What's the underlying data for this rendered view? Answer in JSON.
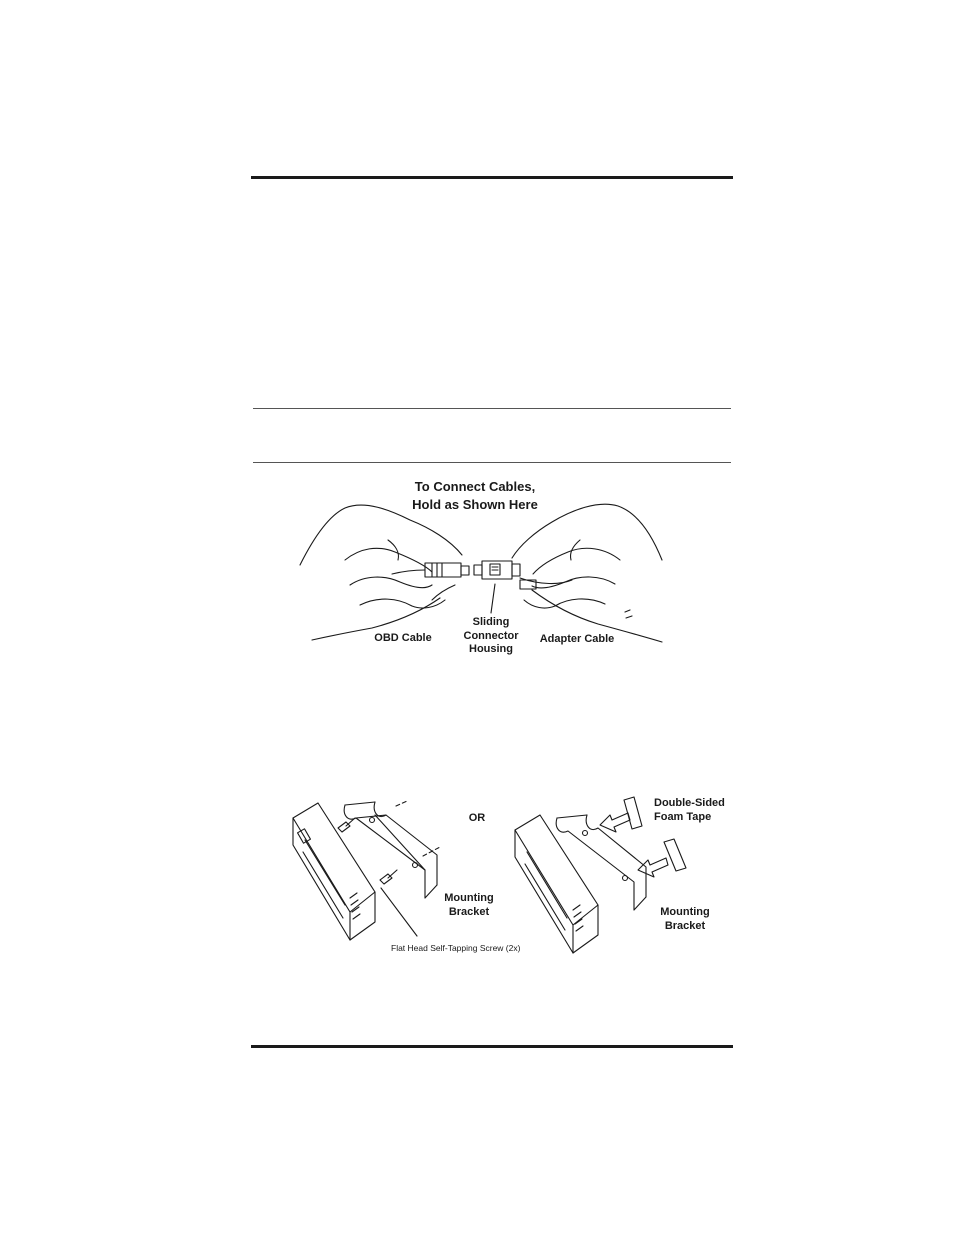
{
  "figure1": {
    "title_line1": "To Connect Cables,",
    "title_line2": "Hold as Shown Here",
    "obd_cable": "OBD Cable",
    "housing_line1": "Sliding",
    "housing_line2": "Connector",
    "housing_line3": "Housing",
    "adapter_cable": "Adapter Cable"
  },
  "figure2": {
    "or_label": "OR",
    "left_bracket_line1": "Mounting",
    "left_bracket_line2": "Bracket",
    "screw_label": "Flat Head Self-Tapping Screw (2x)",
    "tape_line1": "Double-Sided",
    "tape_line2": "Foam Tape",
    "right_bracket_line1": "Mounting",
    "right_bracket_line2": "Bracket"
  }
}
